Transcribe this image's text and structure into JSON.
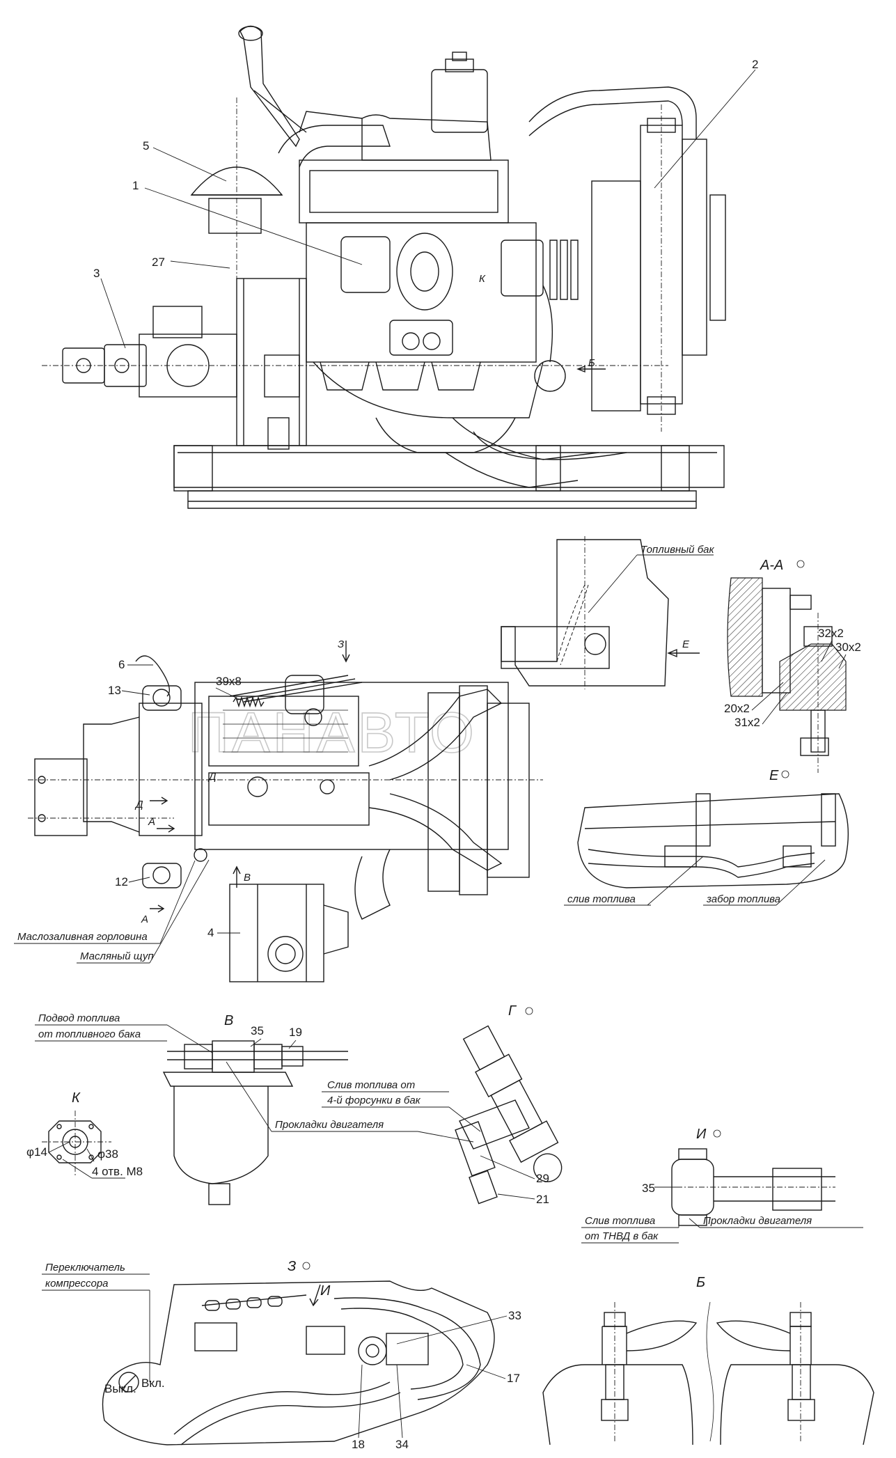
{
  "watermark": "ПАНАВТО",
  "callouts": {
    "c1": "1",
    "c2": "2",
    "c3": "3",
    "c4": "4",
    "c5": "5",
    "c6": "6",
    "c12": "12",
    "c13": "13",
    "c17": "17",
    "c18": "18",
    "c19": "19",
    "c21": "21",
    "c27": "27",
    "c29": "29",
    "c33": "33",
    "c34": "34",
    "c35a": "35",
    "c35b": "35",
    "c39x8": "39х8",
    "c32x2": "32х2",
    "c30x2": "30х2",
    "c20x2": "20х2",
    "c31x2": "31х2"
  },
  "labels": {
    "fuel_tank": "Топливный бак",
    "oil_filler": "Маслозаливная горловина",
    "dipstick": "Масляный щуп",
    "fuel_drain": "слив топлива",
    "fuel_intake": "забор топлива",
    "fuel_supply_1": "Подвод топлива",
    "fuel_supply_2": "от топливного бака",
    "drain_4th_1": "Слив топлива от",
    "drain_4th_2": "4-й форсунки в бак",
    "engine_gaskets_1": "Прокладки двигателя",
    "engine_gaskets_2": "Прокладки двигателя",
    "drain_tnvd_1": "Слив топлива",
    "drain_tnvd_2": "от ТНВД в бак",
    "compressor_switch_1": "Переключатель",
    "compressor_switch_2": "компрессора",
    "switch_off": "Выкл.",
    "switch_on": "Вкл.",
    "k_d14": "φ14",
    "k_d38": "φ38",
    "k_holes": "4 отв. М8"
  },
  "views": {
    "view_AA": "А-А",
    "view_E": "Е",
    "view_V": "В",
    "view_G": "Г",
    "view_K": "К",
    "view_I": "И",
    "view_Z": "З",
    "view_B": "Б"
  },
  "arrows": {
    "arrow_Z": "З",
    "arrow_E": "Е",
    "arrow_D1": "Д",
    "arrow_D2": "Д",
    "arrow_A1": "А",
    "arrow_A2": "А",
    "arrow_V": "В",
    "arrow_B_main": "Б",
    "arrow_K_main": "К",
    "arrow_I": "И"
  }
}
